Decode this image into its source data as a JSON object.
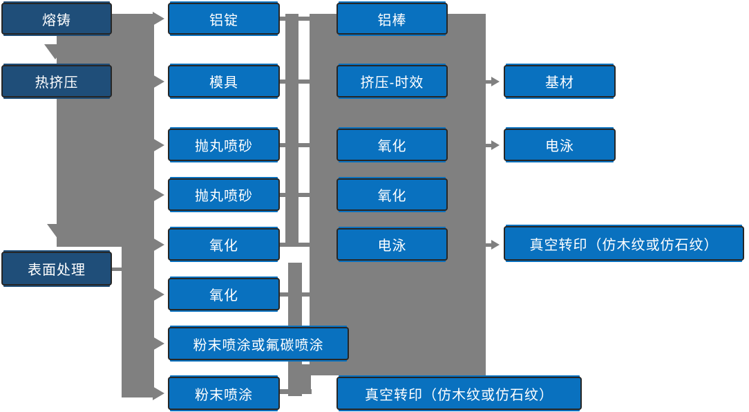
{
  "diagram": {
    "colors": {
      "dark_blue": "#1F4E79",
      "bright_blue": "#0971BF",
      "connector_gray": "#808080",
      "text": "#FFFFFF",
      "box_border": "#262626"
    },
    "nodes": [
      {
        "id": "smelting",
        "label": "熔铸",
        "variant": "dark"
      },
      {
        "id": "hot-extrusion",
        "label": "热挤压",
        "variant": "dark"
      },
      {
        "id": "surface-treatment",
        "label": "表面处理",
        "variant": "dark"
      },
      {
        "id": "aluminum-ingot",
        "label": "铝锭",
        "variant": "bright"
      },
      {
        "id": "mold",
        "label": "模具",
        "variant": "bright"
      },
      {
        "id": "shot-blasting-1",
        "label": "抛丸喷砂",
        "variant": "bright"
      },
      {
        "id": "shot-blasting-2",
        "label": "抛丸喷砂",
        "variant": "bright"
      },
      {
        "id": "oxidation-1",
        "label": "氧化",
        "variant": "bright"
      },
      {
        "id": "oxidation-2",
        "label": "氧化",
        "variant": "bright"
      },
      {
        "id": "powder-or-fluorocarbon-coating",
        "label": "粉末喷涂或氟碳喷涂",
        "variant": "bright"
      },
      {
        "id": "powder-coating",
        "label": "粉末喷涂",
        "variant": "bright"
      },
      {
        "id": "aluminum-rod",
        "label": "铝棒",
        "variant": "bright"
      },
      {
        "id": "extrusion-aging",
        "label": "挤压-时效",
        "variant": "bright"
      },
      {
        "id": "oxidation-3",
        "label": "氧化",
        "variant": "bright"
      },
      {
        "id": "oxidation-4",
        "label": "氧化",
        "variant": "bright"
      },
      {
        "id": "electrophoresis-1",
        "label": "电泳",
        "variant": "bright"
      },
      {
        "id": "vacuum-transfer-bottom",
        "label": "真空转印（仿木纹或仿石纹）",
        "variant": "bright"
      },
      {
        "id": "substrate",
        "label": "基材",
        "variant": "bright"
      },
      {
        "id": "electrophoresis-2",
        "label": "电泳",
        "variant": "bright"
      },
      {
        "id": "vacuum-transfer-right",
        "label": "真空转印（仿木纹或仿石纹）",
        "variant": "bright"
      }
    ]
  }
}
